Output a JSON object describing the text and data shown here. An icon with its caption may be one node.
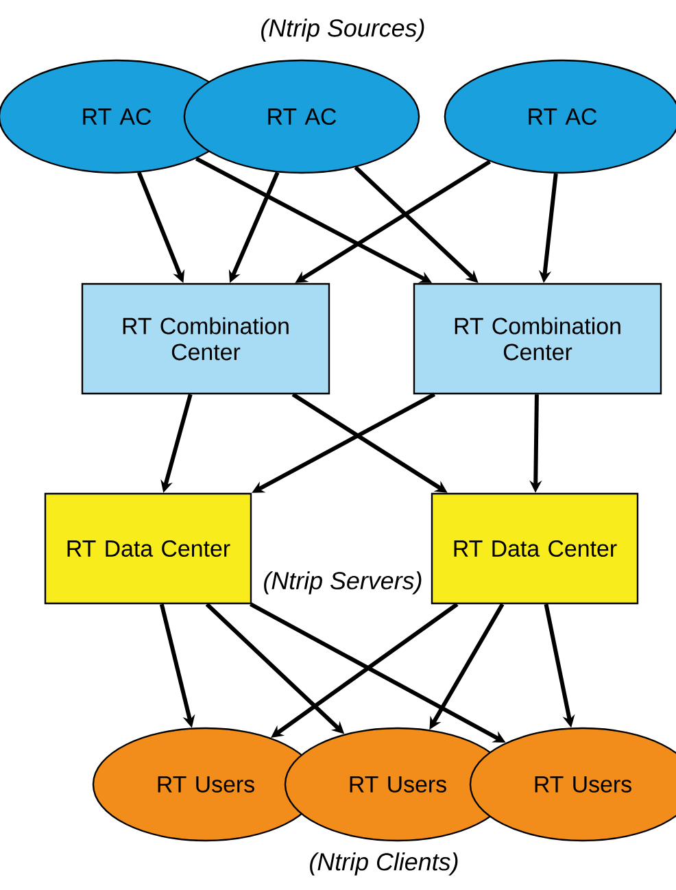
{
  "diagram": {
    "nodes": [
      {
        "text": [
          "RT AC"
        ]
      },
      {
        "text": [
          "RT AC"
        ]
      },
      {
        "text": [
          "RT AC"
        ]
      },
      {
        "text": [
          "RT Combination Center"
        ]
      },
      {
        "text": [
          "RT Combination Center"
        ]
      },
      {
        "text": [
          "RT Data Center"
        ]
      },
      {
        "text": [
          "RT Data Center"
        ]
      },
      {
        "text": [
          "RT Users"
        ]
      },
      {
        "text": [
          "RT Users"
        ]
      },
      {
        "text": [
          "RT Users"
        ]
      }
    ],
    "edges": [
      {
        "from": 0,
        "to": 3,
        "arrow": "to"
      },
      {
        "from": 0,
        "to": 4,
        "arrow": "to"
      },
      {
        "from": 1,
        "to": 3,
        "arrow": "to"
      },
      {
        "from": 1,
        "to": 4,
        "arrow": "to"
      },
      {
        "from": 2,
        "to": 3,
        "arrow": "to"
      },
      {
        "from": 2,
        "to": 4,
        "arrow": "to"
      },
      {
        "from": 3,
        "to": 5,
        "arrow": "to"
      },
      {
        "from": 3,
        "to": 6,
        "arrow": "to"
      },
      {
        "from": 4,
        "to": 5,
        "arrow": "to"
      },
      {
        "from": 4,
        "to": 6,
        "arrow": "to"
      },
      {
        "from": 5,
        "to": 7,
        "arrow": "to"
      },
      {
        "from": 5,
        "to": 8,
        "arrow": "to"
      },
      {
        "from": 5,
        "to": 9,
        "arrow": "to"
      },
      {
        "from": 6,
        "to": 7,
        "arrow": "to"
      },
      {
        "from": 6,
        "to": 8,
        "arrow": "to"
      },
      {
        "from": 6,
        "to": 9,
        "arrow": "to"
      }
    ],
    "labels": [
      "(Ntrip Sources)",
      "(Ntrip Servers)",
      "(Ntrip Clients)"
    ]
  }
}
